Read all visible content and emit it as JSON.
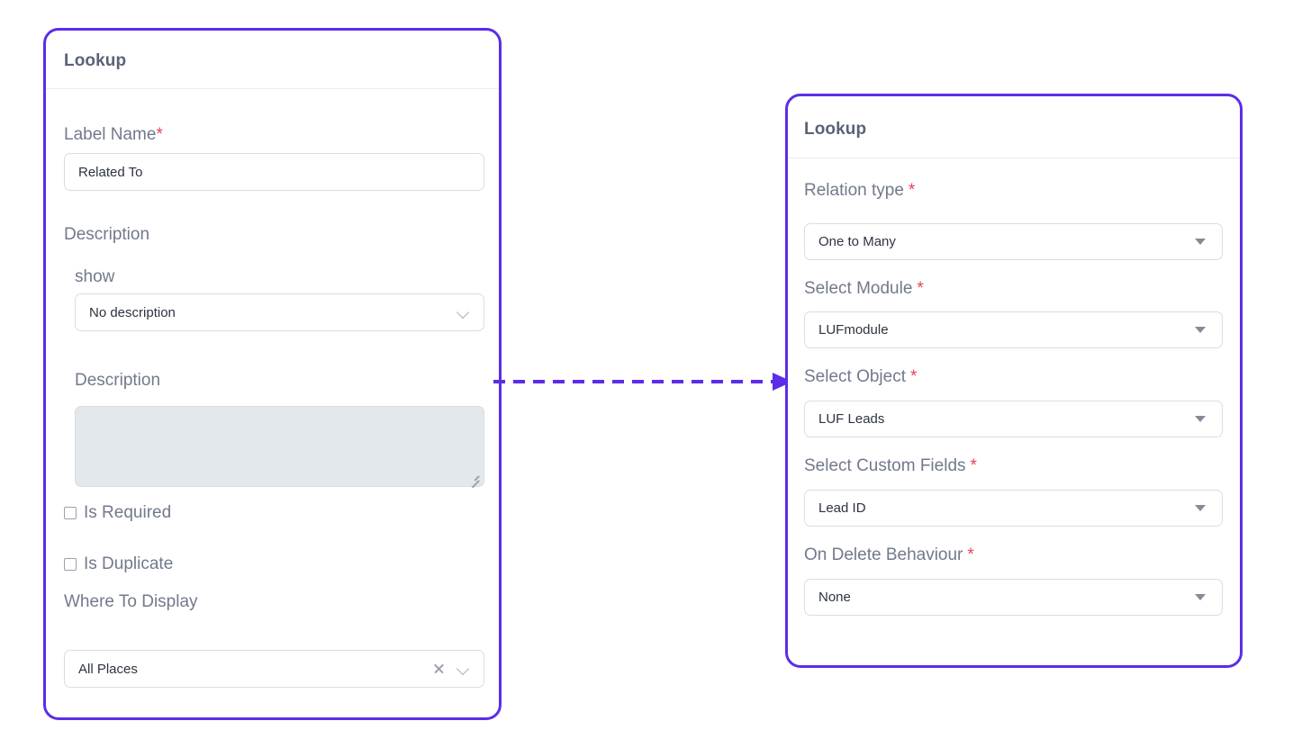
{
  "theme": {
    "accent": "#5c2de8",
    "label_color": "#72798c",
    "value_color": "#2d3340",
    "required_color": "#e8415a",
    "title_color": "#5a6275",
    "textarea_fill": "#e3e8ec"
  },
  "left_card": {
    "title": "Lookup",
    "fields": {
      "label_name": {
        "label": "Label Name",
        "required_mark": "*",
        "value": "Related To"
      },
      "description_group": {
        "label": "Description",
        "show": {
          "label": "show",
          "value": "No description",
          "icon": "chevron-down-icon"
        },
        "description_text": {
          "label": "Description",
          "value": "",
          "placeholder": ""
        }
      },
      "is_required": {
        "label": "Is Required",
        "checked": false
      },
      "is_duplicate": {
        "label": "Is Duplicate",
        "checked": false
      },
      "where_to_display": {
        "label": "Where To Display",
        "value": "All Places",
        "clear_icon": "close-icon",
        "dropdown_icon": "chevron-down-icon"
      }
    }
  },
  "right_card": {
    "title": "Lookup",
    "fields": [
      {
        "name": "relation-type",
        "label": "Relation type",
        "required_mark": "*",
        "value": "One to Many",
        "icon": "caret-down-icon"
      },
      {
        "name": "select-module",
        "label": "Select Module",
        "required_mark": "*",
        "value": "LUFmodule",
        "icon": "caret-down-icon"
      },
      {
        "name": "select-object",
        "label": "Select Object",
        "required_mark": "*",
        "value": "LUF Leads",
        "icon": "caret-down-icon"
      },
      {
        "name": "select-custom-fields",
        "label": "Select Custom Fields",
        "required_mark": "*",
        "value": "Lead ID",
        "icon": "caret-down-icon"
      },
      {
        "name": "on-delete-behaviour",
        "label": "On Delete Behaviour",
        "required_mark": "*",
        "value": "None",
        "icon": "caret-down-icon"
      }
    ]
  },
  "connector": {
    "name": "dashed-arrow-connector",
    "style": "dashed",
    "direction": "left-to-right",
    "color": "#5c2de8"
  }
}
